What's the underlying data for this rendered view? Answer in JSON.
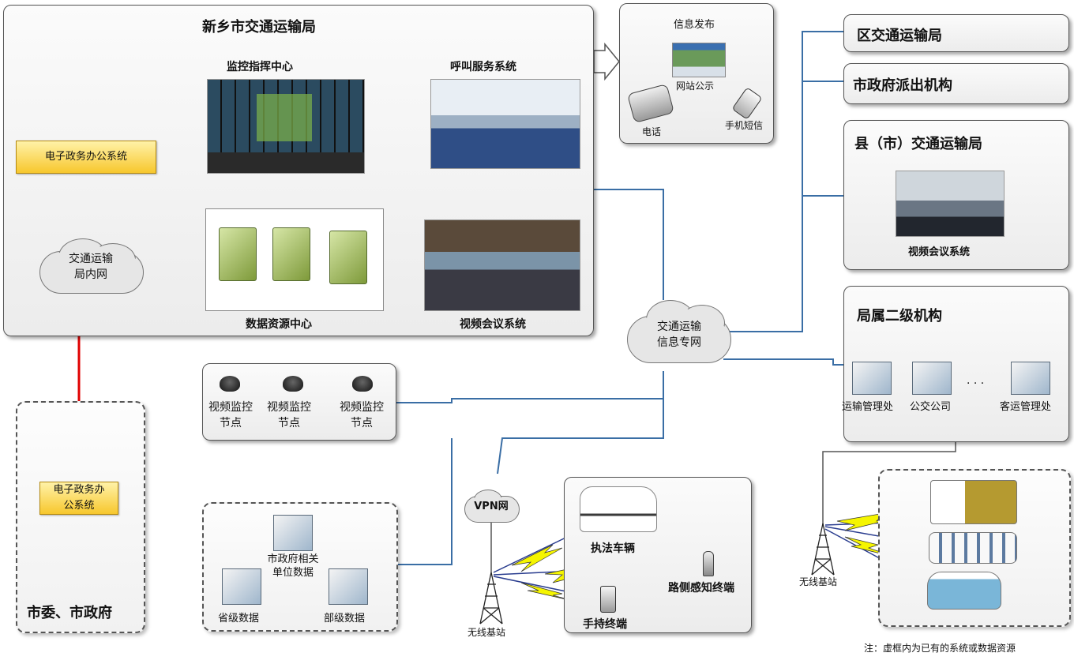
{
  "main_bureau": {
    "title": "新乡市交通运输局",
    "monitor_center": "监控指挥中心",
    "call_system": "呼叫服务系统",
    "data_center": "数据资源中心",
    "video_conf": "视频会议系统",
    "egov": "电子政务办公系统",
    "intranet": "交通运输\n局内网"
  },
  "info_publish": {
    "title": "信息发布",
    "website": "网站公示",
    "phone": "电话",
    "sms": "手机短信"
  },
  "right_side": {
    "district": "区交通运输局",
    "gov_agency": "市政府派出机构",
    "county_title": "县（市）交通运输局",
    "county_video": "视频会议系统",
    "subsidiary_title": "局属二级机构",
    "sub_items": [
      "运输管理处",
      "公交公司",
      "客运管理处"
    ],
    "ellipsis": "· · ·"
  },
  "private_network": "交通运输\n信息专网",
  "video_nodes": [
    "视频监控\n节点",
    "视频监控\n节点",
    "视频监控\n节点"
  ],
  "city_gov": {
    "egov": "电子政务办\n公系统",
    "label": "市委、市政府"
  },
  "data_sources": {
    "municipal": "市政府相关\n单位数据",
    "provincial": "省级数据",
    "ministerial": "部级数据"
  },
  "vpn": "VPN网",
  "base_station_left": "无线基站",
  "base_station_right": "无线基站",
  "terminals": {
    "vehicle": "执法车辆",
    "roadside": "路侧感知终端",
    "handheld": "手持终端"
  },
  "note": "注：虚框内为已有的系统或数据资源"
}
